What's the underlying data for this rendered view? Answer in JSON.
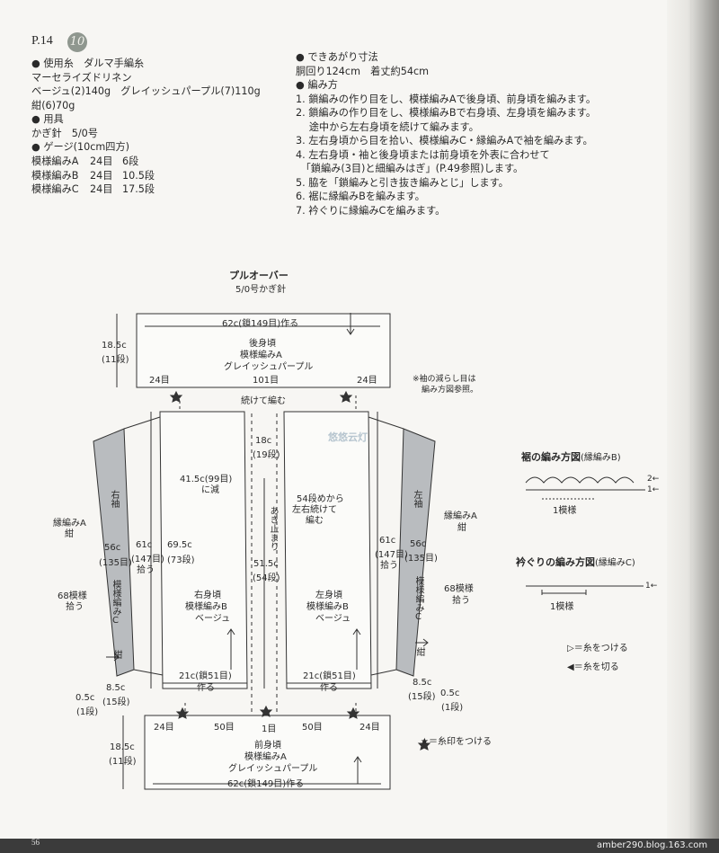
{
  "page": {
    "code": "P.14",
    "badge": "10",
    "page_number": "56",
    "footer_url": "amber290.blog.163.com",
    "watermark": "悠悠云灯"
  },
  "materials": {
    "lines": [
      "● 使用糸　ダルマ手編糸",
      "マーセライズドリネン",
      "ベージュ(2)140g　グレイッシュパープル(7)110g",
      "紺(6)70g",
      "● 用具",
      "かぎ針　5/0号",
      "● ゲージ(10cm四方)"
    ],
    "gauge_rows": [
      {
        "name": "模様編みA",
        "sts": "24目",
        "rows": "6段"
      },
      {
        "name": "模様編みB",
        "sts": "24目",
        "rows": "10.5段"
      },
      {
        "name": "模様編みC",
        "sts": "24目",
        "rows": "17.5段"
      }
    ]
  },
  "instructions": {
    "size_head": "● できあがり寸法",
    "size_value": "胴回り124cm　着丈約54cm",
    "method_head": "● 編み方",
    "steps": [
      "1. 鎖編みの作り目をし、模様編みAで後身頃、前身頃を編みます。",
      "2. 鎖編みの作り目をし、模様編みBで右身頃、左身頃を編みます。",
      "　 途中から左右身頃を続けて編みます。",
      "3. 左右身頃から目を拾い、模様編みC・縁編みAで袖を編みます。",
      "4. 左右身頃・袖と後身頃または前身頃を外表に合わせて",
      "　「鎖編み(3目)と細編みはぎ」(P.49参照)します。",
      "5. 脇を「鎖編みと引き抜き編みとじ」します。",
      "6. 裾に縁編みBを編みます。",
      "7. 衿ぐりに縁編みCを編みます。"
    ]
  },
  "diagram": {
    "title": "プルオーバー",
    "subtitle": "5/0号かぎ針",
    "back": {
      "top_dim": "62c(鎖149目)作る",
      "height_dim": "18.5c",
      "height_rows": "(11段)",
      "name": "後身頃",
      "pattern": "模様編みA",
      "color": "グレイッシュパープル",
      "left": "24目",
      "center": "101目",
      "right": "24目"
    },
    "note_sleeve": [
      "※袖の減らし目は",
      "編み方図参照。"
    ],
    "continue_label": "続けて編む",
    "neck_dim": "18c",
    "neck_rows": "(19段)",
    "decrease_dim": "41.5c(99目)",
    "decrease_note": "に減",
    "join_note": [
      "54段めから",
      "左右続けて",
      "編む"
    ],
    "opening": "あき止まり",
    "center_dim": "51.5c",
    "center_rows": "(54段)",
    "right_body": {
      "height": "69.5c",
      "rows": "(73段)",
      "name": "右身頃",
      "pattern": "模様編みB",
      "color": "ベージュ",
      "bottom": "21c(鎖51目)",
      "made": "作る"
    },
    "left_body": {
      "name": "左身頃",
      "pattern": "模様編みB",
      "color": "ベージュ",
      "bottom": "21c(鎖51目)",
      "made": "作る"
    },
    "right_sleeve": {
      "name": "右袖",
      "pattern": "模様編みC",
      "color": "紺",
      "length": "56c",
      "length_rows": "(135目)",
      "pick": "61c",
      "pick_sts": "(147目)",
      "pick_word": "拾う",
      "edge": "縁編みA",
      "edge_color": "紺",
      "loops": "68模様",
      "loops_word": "拾う",
      "cuff": "8.5c",
      "cuff_rows": "(15段)",
      "trim": "0.5c",
      "trim_rows": "(1段)"
    },
    "left_sleeve": {
      "name": "左袖",
      "pattern": "模様編みC",
      "color": "紺",
      "length": "56c",
      "length_rows": "(135目)",
      "pick": "61c",
      "pick_sts": "(147目)",
      "pick_word": "拾う",
      "edge": "縁編みA",
      "edge_color": "紺",
      "loops": "68模様",
      "loops_word": "拾う",
      "cuff": "8.5c",
      "cuff_rows": "(15段)",
      "trim": "0.5c",
      "trim_rows": "(1段)"
    },
    "front": {
      "left": "24目",
      "mid_left": "50目",
      "center": "1目",
      "mid_right": "50目",
      "right": "24目",
      "height_dim": "18.5c",
      "height_rows": "(11段)",
      "name": "前身頃",
      "pattern": "模様編みA",
      "color": "グレイッシュパープル",
      "bottom_dim": "62c(鎖149目)作る"
    },
    "star_legend": "★＝糸印をつける"
  },
  "charts": {
    "hem_title": "裾の編み方図",
    "hem_sub": "(縁編みB)",
    "hem_unit": "1模様",
    "neck_title": "衿ぐりの編み方図",
    "neck_sub": "(縁編みC)",
    "neck_unit": "1模様",
    "row2": "2←",
    "row1": "1←",
    "legend_attach": "＝糸をつける",
    "legend_cut": "＝糸を切る"
  },
  "colors": {
    "paper": "#f7f6f3",
    "ink": "#2a2a2a",
    "sleeve_fill": "#b9bcbf",
    "badge": "#8f978f",
    "footer": "#3b3b3b"
  }
}
